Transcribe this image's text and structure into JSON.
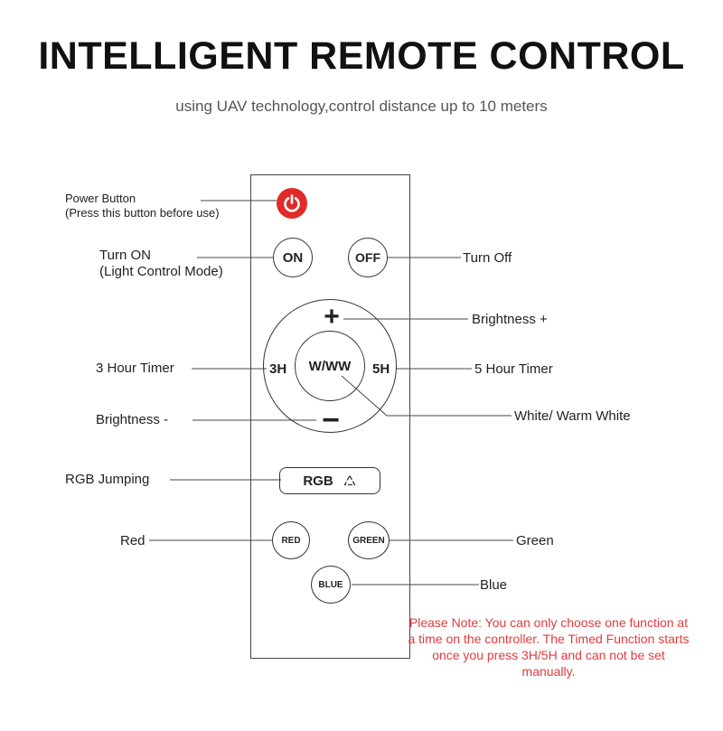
{
  "title": "INTELLIGENT REMOTE CONTROL",
  "subtitle": "using UAV technology,control distance up to 10 meters",
  "callouts": {
    "power_line1": "Power Button",
    "power_line2": "(Press this button before use)",
    "turn_on_line1": "Turn ON",
    "turn_on_line2": "(Light Control Mode)",
    "turn_off": "Turn Off",
    "brightness_plus": "Brightness +",
    "timer_3h": "3 Hour Timer",
    "timer_5h": "5 Hour Timer",
    "brightness_minus": "Brightness -",
    "white_warm": "White/ Warm White",
    "rgb_jumping": "RGB Jumping",
    "red": "Red",
    "green": "Green",
    "blue": "Blue"
  },
  "buttons": {
    "on": "ON",
    "off": "OFF",
    "plus": "+",
    "minus": "−",
    "three_h": "3H",
    "ww": "W/WW",
    "five_h": "5H",
    "rgb": "RGB",
    "red": "RED",
    "green": "GREEN",
    "blue": "BLUE"
  },
  "note": "Please Note: You can only choose one function at a time on the controller. The Timed Function starts once you press 3H/5H and can not be set manually.",
  "colors": {
    "power": "#e12a2a",
    "note": "#e23b3b"
  }
}
